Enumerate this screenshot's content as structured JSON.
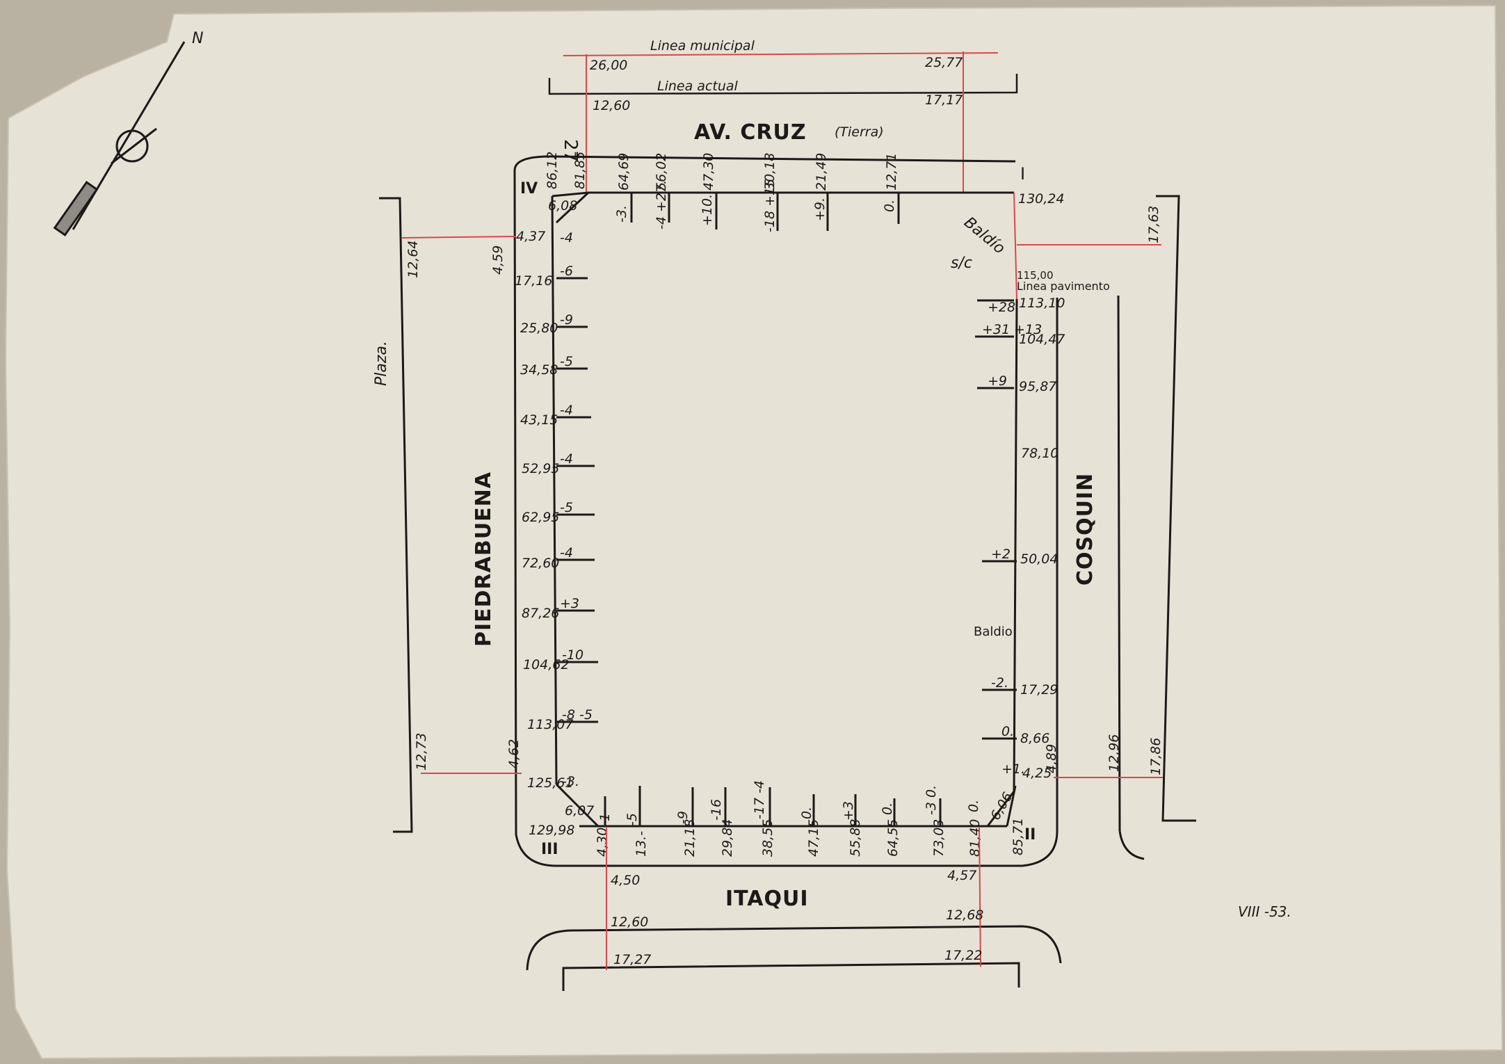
{
  "top": {
    "linea_municipal": "Linea municipal",
    "linea_actual": "Linea actual",
    "dim_mun_left": "26,00",
    "dim_mun_right": "25,77",
    "dim_act_left": "12,60",
    "dim_act_right": "17,17"
  },
  "streets": {
    "av_cruz": "AV. CRUZ",
    "tierra": "(Tierra)",
    "itaqui": "ITAQUI",
    "piedrabuena": "PIEDRABUENA",
    "cosquin": "COSQUIN",
    "plaza": "Plaza."
  },
  "corners": {
    "c1": "I",
    "c2": "II",
    "c3": "III",
    "c4": "IV"
  },
  "corner_values": {
    "c1": "130,24",
    "c4_a": "86,12",
    "c4_b": "81,85",
    "c4_chamfer": "6,08",
    "c3_chamfer": "6,07",
    "c2_chamfer": "6,06",
    "c3_val": "129,98",
    "c2_val": "85,71"
  },
  "north_row": [
    {
      "dist": "64,69",
      "level": "-3."
    },
    {
      "dist": "56,02",
      "level": "-4 +27."
    },
    {
      "dist": "47,30",
      "level": "+10."
    },
    {
      "dist": "30,18",
      "level": "-18 +15"
    },
    {
      "dist": "21,49",
      "level": "+9."
    },
    {
      "dist": "12,71",
      "level": "0."
    }
  ],
  "west_col": [
    {
      "dist": "4,37",
      "level": "-4"
    },
    {
      "dist": "17,16",
      "level": "-6"
    },
    {
      "dist": "25,80",
      "level": "-9"
    },
    {
      "dist": "34,58",
      "level": "-5"
    },
    {
      "dist": "43,15",
      "level": "-4"
    },
    {
      "dist": "52,95",
      "level": "-4"
    },
    {
      "dist": "62,95",
      "level": "-5"
    },
    {
      "dist": "72,60",
      "level": "-4"
    },
    {
      "dist": "87,26",
      "level": "+3"
    },
    {
      "dist": "104,62",
      "level": "-10"
    },
    {
      "dist": "113,07",
      "level": "-8 -5"
    },
    {
      "dist": "125,61",
      "level": "-3."
    }
  ],
  "east_col": [
    {
      "dist": "113,10",
      "level": "+28"
    },
    {
      "dist": "104,47",
      "level": "+31 +13"
    },
    {
      "dist": "95,87",
      "level": "+9"
    },
    {
      "dist": "78,10",
      "level": ""
    },
    {
      "dist": "50,04",
      "level": "+2"
    },
    {
      "dist": "17,29",
      "level": "-2."
    },
    {
      "dist": "8,66",
      "level": "0."
    },
    {
      "dist": "4,25",
      "level": "+1."
    }
  ],
  "south_row": [
    {
      "dist": "4,30",
      "level": "-1"
    },
    {
      "dist": "13.-",
      "level": "-5"
    },
    {
      "dist": "21,18",
      "level": "-9"
    },
    {
      "dist": "29,84",
      "level": "-16"
    },
    {
      "dist": "38,55",
      "level": "-17 -4"
    },
    {
      "dist": "47,15",
      "level": "0."
    },
    {
      "dist": "55,88",
      "level": "+3"
    },
    {
      "dist": "64,55",
      "level": "0."
    },
    {
      "dist": "73,03",
      "level": "-3 0."
    },
    {
      "dist": "81,40",
      "level": "0."
    }
  ],
  "misc": {
    "baldio_top": "Baldío",
    "sc": "s/c",
    "pav_value": "115,00",
    "linea_pavimento": "Linea pavimento",
    "baldio_east": "Baldio",
    "w_12_64": "12,64",
    "w_4_59": "4,59",
    "w_12_73": "12,73",
    "w_4_62": "4,62",
    "e_17_63": "17,63",
    "e_4_89": "4,89",
    "e_12_96": "12,96",
    "e_17_86": "17,86",
    "s_4_50": "4,50",
    "s_4_57": "4,57",
    "s_12_60": "12,60",
    "s_12_68": "12,68",
    "s_17_27": "17,27",
    "s_17_22": "17,22",
    "date": "VIII -53.",
    "pencil_note": "27"
  },
  "colors": {
    "paper": "#e7e2d6",
    "ink": "#1c1a18",
    "red": "#d8474d"
  },
  "icons": [
    "compass-north-icon"
  ]
}
